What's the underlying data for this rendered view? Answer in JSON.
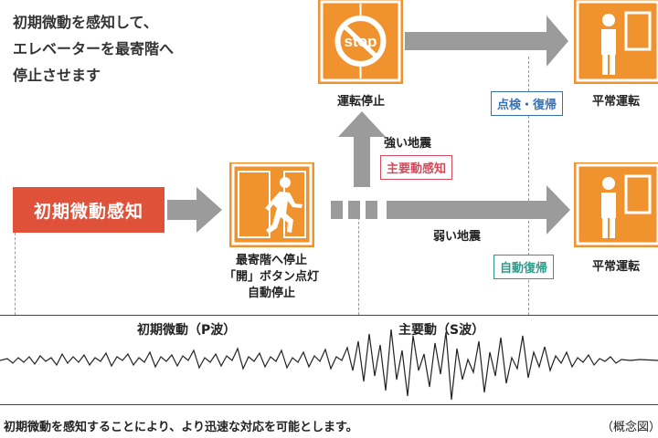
{
  "intro": {
    "line1": "初期微動を感知して、",
    "line2": "エレベーターを最寄階へ",
    "line3": "停止させます"
  },
  "detect_label": "初期微動感知",
  "stop_sign_text": "stop",
  "stage_nearest": {
    "line1": "最寄階へ停止",
    "line2": "「開」ボタン点灯",
    "line3": "自動停止"
  },
  "stage_stopped": "運転停止",
  "stage_normal_top": "平常運転",
  "stage_normal_bottom": "平常運転",
  "strong_quake": "強い地震",
  "main_motion_tag": "主要動感知",
  "weak_quake": "弱い地震",
  "inspect_tag": "点検・復帰",
  "auto_tag": "自動復帰",
  "wave": {
    "p_label": "初期微動（P波）",
    "s_label": "主要動（S波）"
  },
  "footer": "初期微動を感知することにより、より迅速な対応を可能とします。",
  "concept": "（概念図）",
  "colors": {
    "elevator": "#f0922d",
    "red_box": "#e0513a",
    "arrow": "#9b9b9b",
    "main_tag": "#d24a5b",
    "inspect_tag": "#3572b5",
    "auto_tag": "#2e9c8c"
  }
}
